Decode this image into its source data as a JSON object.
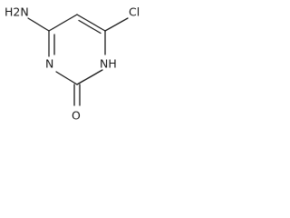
{
  "molecule": {
    "atoms": {
      "amino": "H2N",
      "chloro": "Cl",
      "ring_nitrogen": "N",
      "ring_nh": "NH",
      "carbonyl_oxygen": "O"
    }
  }
}
